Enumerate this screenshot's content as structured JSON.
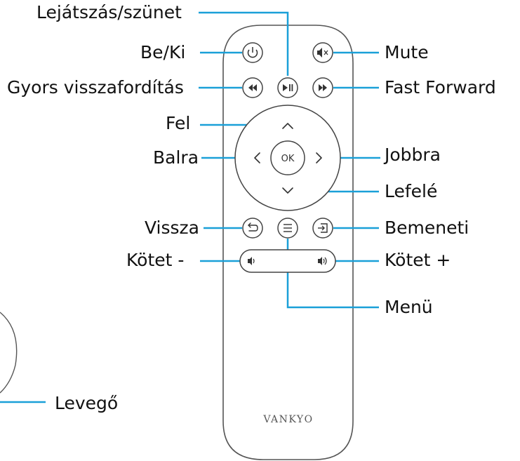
{
  "labels": {
    "play_pause": "Lejátszás/szünet",
    "power": "Be/Ki",
    "rewind": "Gyors visszafordítás",
    "up": "Fel",
    "left": "Balra",
    "back": "Vissza",
    "volume_down": "Kötet -",
    "mute": "Mute",
    "fast_forward": "Fast Forward",
    "right": "Jobbra",
    "down": "Lefelé",
    "input": "Bemeneti",
    "volume_up": "Kötet +",
    "menu": "Menü",
    "air": "Levegő"
  },
  "remote": {
    "brand": "VANKYO",
    "ok_label": "OK"
  },
  "colors": {
    "leader_line": "#1aa0d8",
    "remote_outline": "#555555",
    "button_outline": "#444444"
  }
}
